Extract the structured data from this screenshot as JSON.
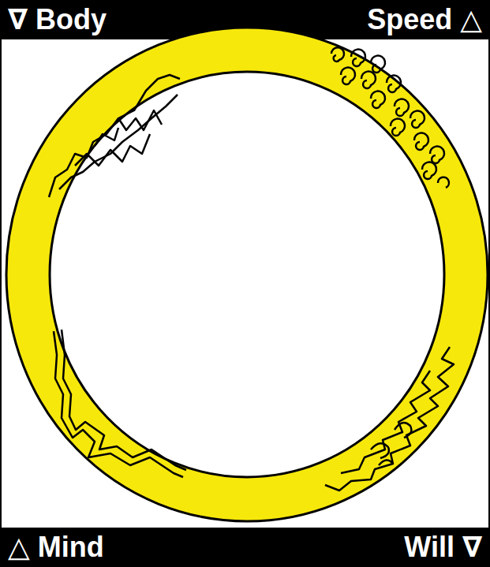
{
  "diagram": {
    "labels": [
      "∇ Body",
      "Speed △",
      "△ Mind",
      "Will ∇"
    ]
  }
}
